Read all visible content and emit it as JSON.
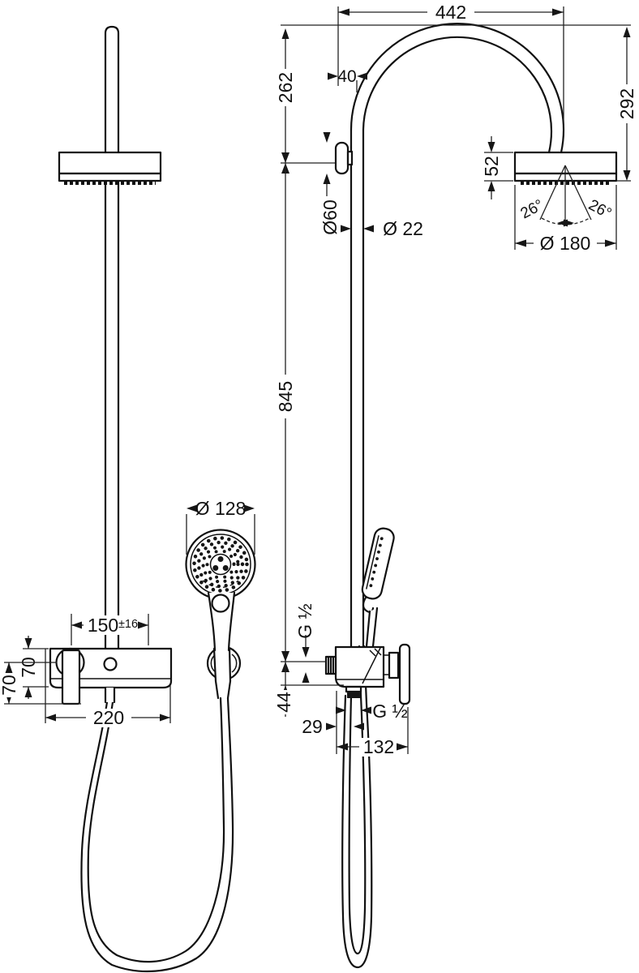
{
  "drawing": {
    "type": "technical dimensional drawing of a showerpipe set (front view and side view)",
    "dims": {
      "arc_width": "442",
      "arm_offset": "40",
      "top_to_bracket": "262",
      "top_to_head_bottom": "292",
      "head_height": "52",
      "bracket_diameter": "Ø60",
      "pipe_diameter": "Ø 22",
      "head_diameter": "Ø 180",
      "spray_angle_left": "26°",
      "spray_angle_right": "26°",
      "riser_length": "845",
      "handshower_diameter": "Ø 128",
      "inlet_spacing": "150",
      "inlet_tolerance": "±16",
      "mixer_body_height": "70",
      "handle_length": "70",
      "mixer_width": "220",
      "inlet_thread": "G ½",
      "outlet_thread": "G ½",
      "outlet_drop": "44",
      "outlet_offset": "29",
      "mixer_depth": "132"
    }
  }
}
